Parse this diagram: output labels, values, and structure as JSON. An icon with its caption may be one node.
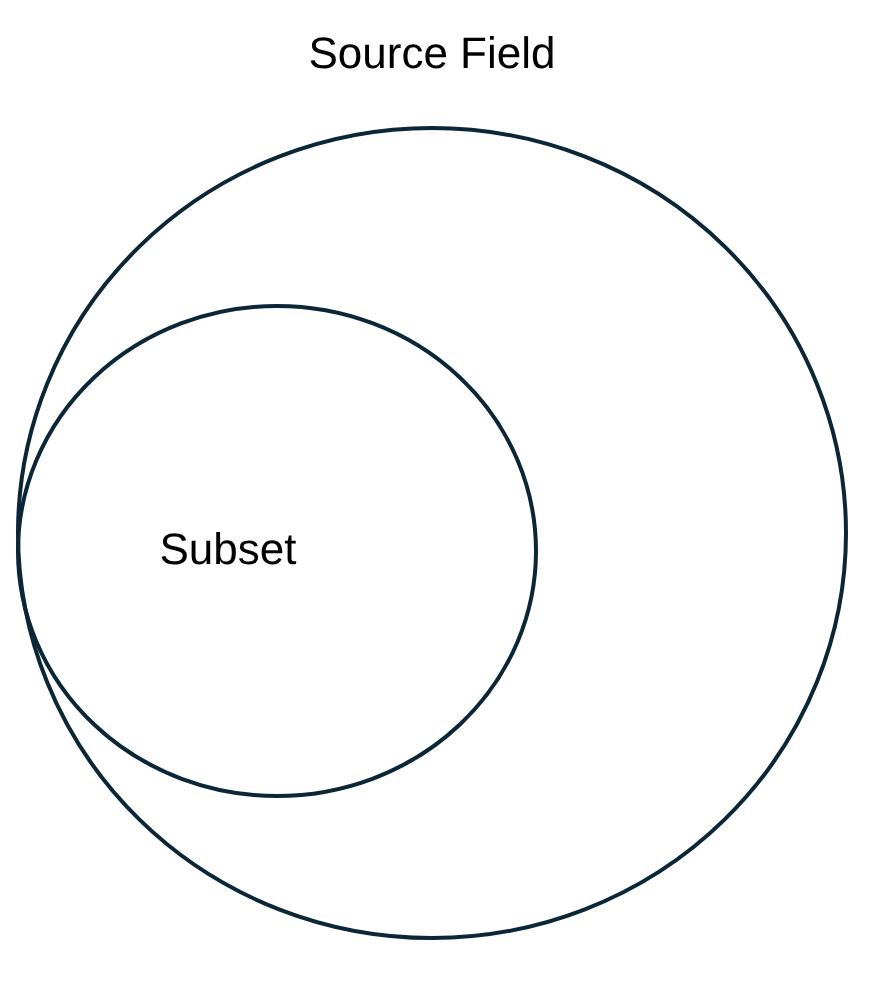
{
  "diagram": {
    "nodes": [
      {
        "text": [
          "Source Field"
        ]
      },
      {
        "text": [
          "Subset"
        ],
        "in": 0
      }
    ]
  }
}
